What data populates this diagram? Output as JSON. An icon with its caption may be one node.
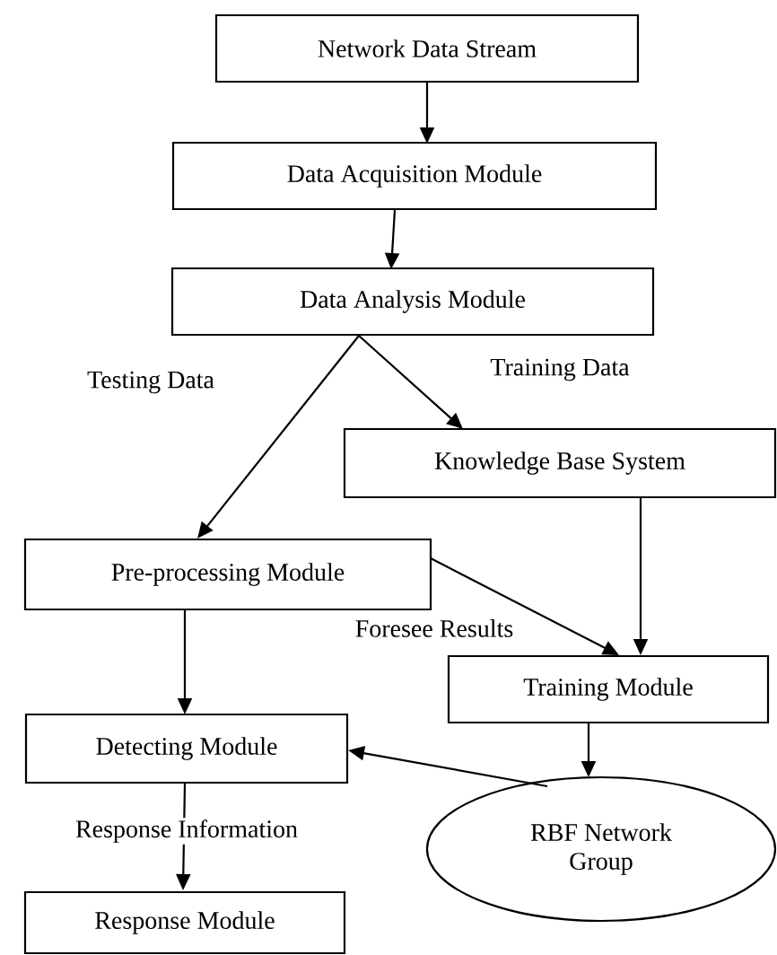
{
  "diagram": {
    "nodes": [
      {
        "text": [
          "Network Data Stream"
        ]
      },
      {
        "text": [
          "Data Acquisition Module"
        ]
      },
      {
        "text": [
          "Data Analysis Module"
        ]
      },
      {
        "text": [
          "Knowledge Base System"
        ]
      },
      {
        "text": [
          "Pre-processing Module"
        ]
      },
      {
        "text": [
          "Training Module"
        ]
      },
      {
        "text": [
          "Detecting Module"
        ]
      },
      {
        "text": [
          "RBF Network Group"
        ]
      },
      {
        "text": [
          "Response Module"
        ]
      }
    ],
    "edges": [
      {
        "from": 0,
        "to": 1,
        "arrow": "to"
      },
      {
        "from": 1,
        "to": 2,
        "arrow": "to"
      },
      {
        "from": 2,
        "to": 4,
        "arrow": "to",
        "label": "Testing Data"
      },
      {
        "from": 2,
        "to": 3,
        "arrow": "to",
        "label": "Training Data"
      },
      {
        "from": 4,
        "to": 5,
        "arrow": "to",
        "label": "Foresee Results"
      },
      {
        "from": 3,
        "to": 5,
        "arrow": "to"
      },
      {
        "from": 4,
        "to": 6,
        "arrow": "to"
      },
      {
        "from": 5,
        "to": 7,
        "arrow": "to"
      },
      {
        "from": 7,
        "to": 6,
        "arrow": "to"
      },
      {
        "from": 6,
        "to": 8,
        "arrow": "to",
        "label": "Response Information"
      }
    ]
  }
}
